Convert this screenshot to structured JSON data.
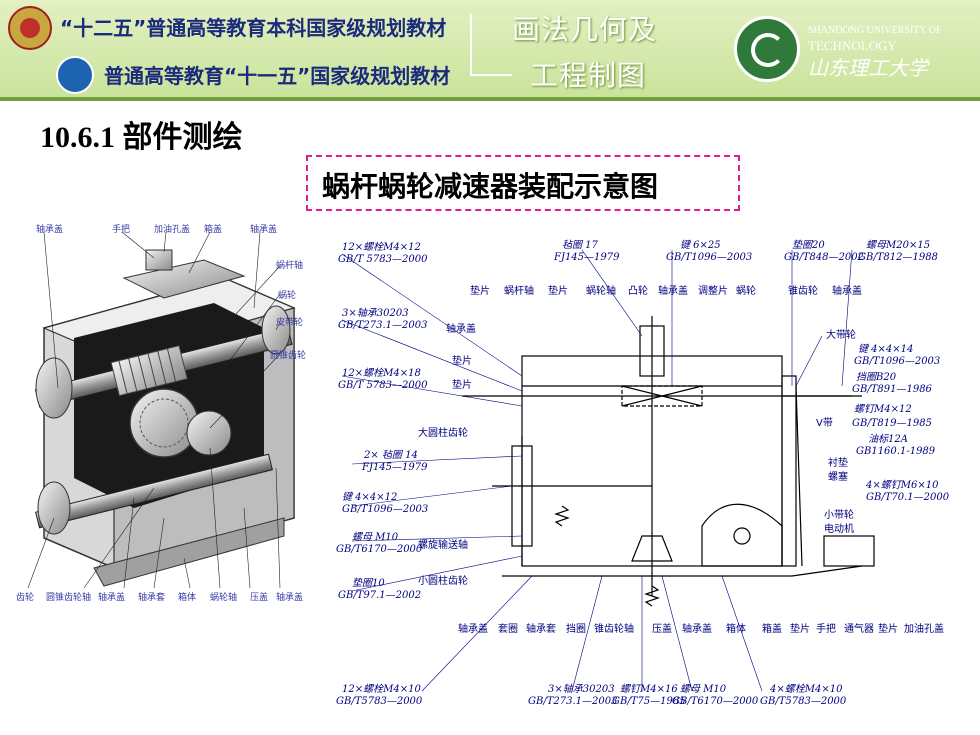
{
  "banner": {
    "series_line_1": "“十二五”普通高等教育本科国家级规划教材",
    "series_line_2": "普通高等教育“十一五”国家级规划教材",
    "book_title_1": "画法几何及",
    "book_title_2": "工程制图",
    "university_en_1": "SHANDONG UNIVERSITY OF",
    "university_en_2": "TECHNOLOGY",
    "university_cn": "山东理工大学",
    "colors": {
      "banner_bg": "#d2e8a8",
      "banner_text": "#1b2a7a",
      "accent": "#e0208a"
    }
  },
  "section_title": "10.6.1  部件测绘",
  "diagram_title": "蜗杆蜗轮减速器装配示意图",
  "cutaway": {
    "top_labels": [
      "轴承盖",
      "手把",
      "加油孔盖",
      "箱盖",
      "轴承盖"
    ],
    "right_labels": [
      "蜗杆轴",
      "蜗轮",
      "皮带轮",
      "圆锥齿轮"
    ],
    "bottom_labels": [
      "齿轮",
      "圆锥齿轮轴",
      "轴承盖",
      "轴承套",
      "箱体",
      "蜗轮轴",
      "压盖",
      "轴承盖"
    ]
  },
  "schematic": {
    "left": [
      {
        "l1": "12×螺栓M4×12",
        "l2": "GB/T 5783—2000"
      },
      {
        "l1": "3×轴承30203",
        "l2": "GB/T273.1—2003"
      },
      {
        "l1": "12×螺栓M4×18",
        "l2": "GB/T 5783—2000"
      },
      {
        "l1": "2× 毡圈 14",
        "l2": "FJ145—1979"
      },
      {
        "l1": "键 4×4×12",
        "l2": "GB/T1096—2003"
      },
      {
        "l1": "螺母 M10",
        "l2": "GB/T6170—2000"
      },
      {
        "l1": "垫圈10",
        "l2": "GB/T97.1—2002"
      }
    ],
    "top": [
      {
        "l1": "毡圈 17",
        "l2": "FJ145—1979"
      },
      {
        "l1": "键 6×25",
        "l2": "GB/T1096—2003"
      },
      {
        "l1": "垫圈20",
        "l2": "GB/T848—2002"
      },
      {
        "l1": "螺母M20×15",
        "l2": "GB/T812—1988"
      }
    ],
    "top_row": [
      "垫片",
      "蜗杆轴",
      "垫片",
      "蜗轮轴",
      "凸轮",
      "轴承盖",
      "调整片",
      "蜗轮",
      "锥齿轮",
      "轴承盖"
    ],
    "inner_left": [
      "轴承盖",
      "垫片",
      "垫片",
      "大圆柱齿轮",
      "螺旋输送轴",
      "小圆柱齿轮"
    ],
    "right": [
      "大带轮",
      "键 4×4×14",
      "GB/T1096—2003",
      "挡圈B20",
      "GB/T891—1986",
      "螺钉M4×12",
      "V带",
      "GB/T819—1985",
      "油标12A",
      "GB1160.1-1989",
      "衬垫",
      "螺塞",
      "4×螺钉M6×10",
      "GB/T70.1—2000",
      "小带轮",
      "电动机"
    ],
    "bottom_row": [
      "轴承盖",
      "套圈",
      "轴承套",
      "挡圈",
      "锥齿轮轴",
      "压盖",
      "轴承盖",
      "箱体",
      "箱盖",
      "垫片",
      "手把",
      "通气器",
      "垫片",
      "加油孔盖"
    ],
    "bottom": [
      {
        "l1": "12×螺栓M4×10",
        "l2": "GB/T5783—2000"
      },
      {
        "l1": "3×轴承30203",
        "l2": "GB/T273.1—2003"
      },
      {
        "l1": "螺钉M4×16",
        "l2": "GB/T75—1985"
      },
      {
        "l1": "螺母 M10",
        "l2": "GB/T6170—2000"
      },
      {
        "l1": "4×螺栓M4×10",
        "l2": "GB/T5783—2000"
      }
    ]
  }
}
